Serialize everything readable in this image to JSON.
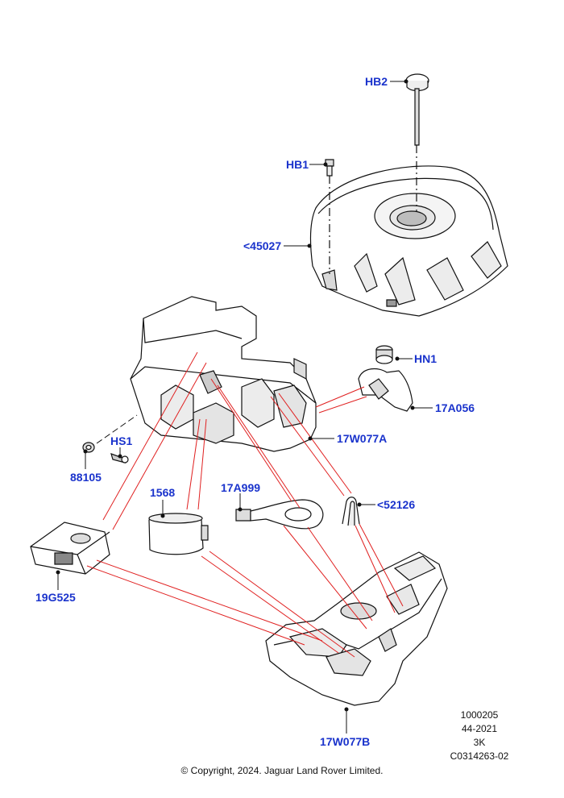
{
  "callouts": {
    "hb2": "HB2",
    "hb1": "HB1",
    "c45027": "<45027",
    "hn1": "HN1",
    "c17a056": "17A056",
    "c17w077a": "17W077A",
    "hs1": "HS1",
    "c88105": "88105",
    "c1568": "1568",
    "c17a999": "17A999",
    "c52126": "<52126",
    "c19g525": "19G525",
    "c17w077b": "17W077B"
  },
  "footer": {
    "ref1": "1000205",
    "ref2": "44-2021",
    "ref3": "3K",
    "ref4": "C0314263-02",
    "copyright": "© Copyright, 2024. Jaguar Land Rover Limited."
  },
  "colors": {
    "callout_text": "#1a33cc",
    "leader_red": "#e02020",
    "outline": "#111111",
    "shade": "#d9d9d9"
  }
}
